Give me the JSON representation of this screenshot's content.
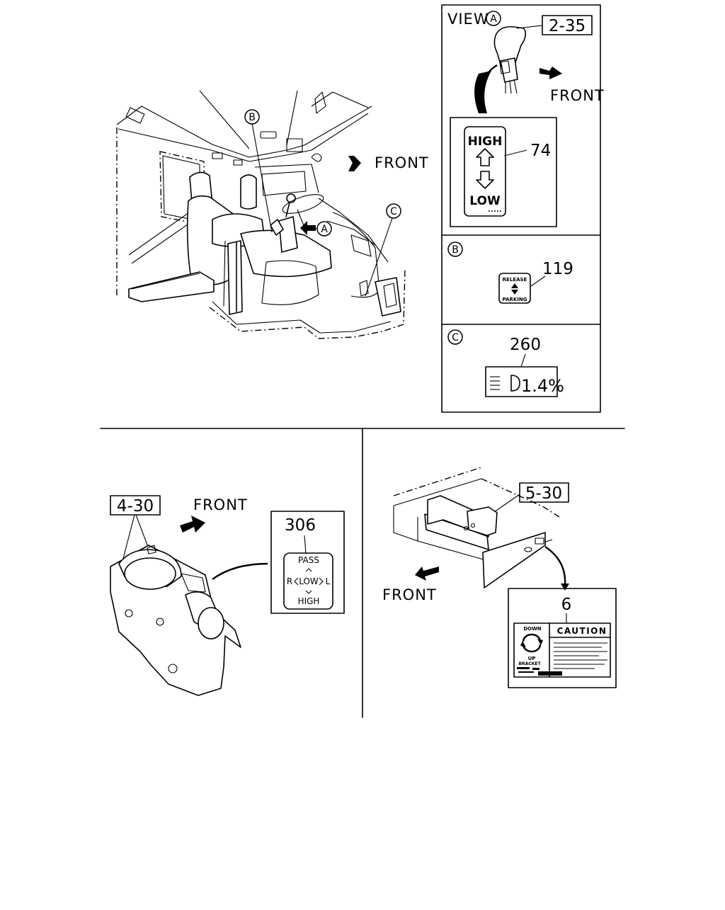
{
  "cab_overview": {
    "front_label": "FRONT",
    "callouts": [
      "B",
      "A",
      "C"
    ]
  },
  "view_a": {
    "view_label": "VIEW",
    "view_marker": "A",
    "ref_number": "2-35",
    "front_label": "FRONT",
    "part_number": "74",
    "decal_high": "HIGH",
    "decal_low": "LOW"
  },
  "view_b": {
    "marker": "B",
    "part_number": "119",
    "decal_top": "RELEASE",
    "decal_bottom": "PARKING"
  },
  "view_c": {
    "marker": "C",
    "part_number": "260",
    "decal_value": "1.4%"
  },
  "lower_left": {
    "ref_number": "4-30",
    "front_label": "FRONT",
    "part_number": "306",
    "decal_pass": "PASS",
    "decal_r": "R",
    "decal_low": "LOW",
    "decal_l": "L",
    "decal_high": "HIGH"
  },
  "lower_right": {
    "ref_number": "5-30",
    "front_label": "FRONT",
    "part_number": "6",
    "decal_caution": "CAUTION",
    "decal_down": "DOWN",
    "decal_up": "UP",
    "decal_bracket": "BRACKET"
  }
}
